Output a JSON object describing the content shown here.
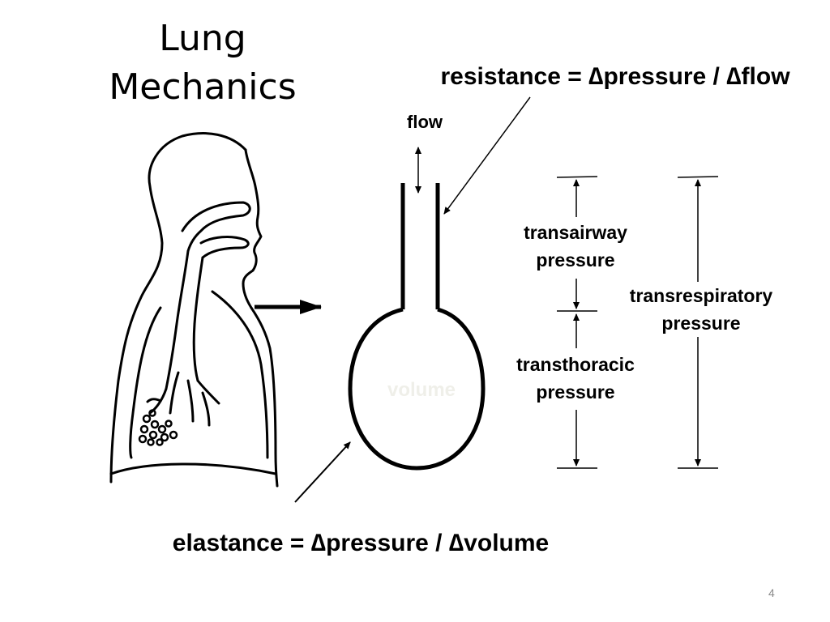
{
  "title": {
    "line1": "Lung",
    "line2": "Mechanics"
  },
  "labels": {
    "resistance": "resistance = ∆pressure / ∆flow",
    "flow": "flow",
    "transairway_line1": "transairway",
    "transairway_line2": "pressure",
    "transrespiratory_line1": "transrespiratory",
    "transrespiratory_line2": "pressure",
    "transthoracic_line1": "transthoracic",
    "transthoracic_line2": "pressure",
    "volume": "volume",
    "elastance": "elastance = ∆pressure / ∆volume"
  },
  "page_number": "4",
  "colors": {
    "text": "#000000",
    "line": "#000000",
    "page_number": "#8a8a8a",
    "volume_label": "#efefe9"
  }
}
